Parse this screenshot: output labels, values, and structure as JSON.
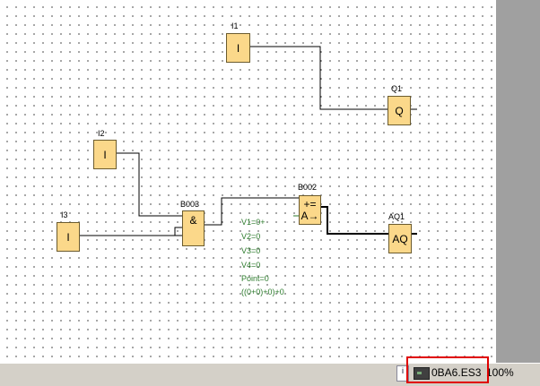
{
  "blocks": {
    "i1": {
      "name": "I1",
      "symbol": "I"
    },
    "q1": {
      "name": "Q1",
      "symbol": "Q"
    },
    "i2": {
      "name": "I2",
      "symbol": "I"
    },
    "i3": {
      "name": "I3",
      "symbol": "I"
    },
    "b003": {
      "name": "B003",
      "symbol": "&"
    },
    "b002": {
      "name": "B002",
      "symbol_top": "+=",
      "symbol_bottom": "A→"
    },
    "aq1": {
      "name": "AQ1",
      "symbol": "AQ"
    }
  },
  "params": [
    "V1=0+",
    "V2=0",
    "V3=0",
    "V4=0",
    "Point=0",
    "((0+0)+0)+0"
  ],
  "status": {
    "device": "0BA6.ES3",
    "zoom": "100%"
  },
  "colors": {
    "block": "#fbd88a",
    "param_text": "#2b7a2b",
    "highlight": "#e00000"
  }
}
